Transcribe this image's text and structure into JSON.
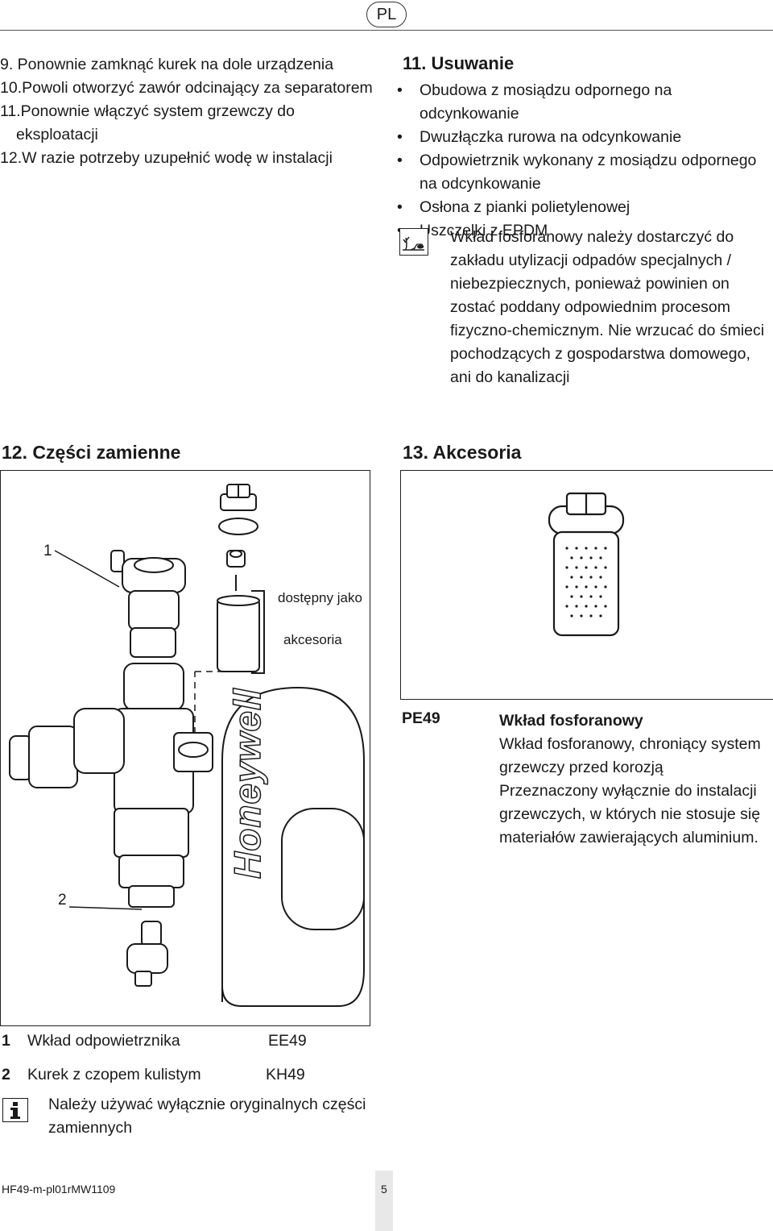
{
  "header": {
    "lang": "PL"
  },
  "steps": [
    "9. Ponownie zamknąć kurek na dole urządzenia",
    "10.Powoli otworzyć zawór odcinający za separatorem",
    "11.Ponownie włączyć system grzewczy do",
    "eksploatacji",
    "12.W razie potrzeby uzupełnić wodę w instalacji"
  ],
  "disposal": {
    "title": "11. Usuwanie",
    "bullets": [
      "Obudowa z mosiądzu odpornego na odcynkowanie",
      "Dwuzłączka rurowa na odcynkowanie",
      "Odpowietrznik wykonany z mosiądzu odpornego na odcynkowanie",
      "Osłona z pianki polietylenowej",
      "Uszczelki z EPDM"
    ],
    "note_icon": "environment-hazard-icon",
    "note": "Wkład fosforanowy należy dostarczyć do zakładu utylizacji odpadów specjalnych / niebezpiecznych, ponieważ powinien on zostać poddany odpowiednim procesom fizyczno-chemicznym. Nie wrzucać do śmieci pochodzących z gospodarstwa domowego, ani do kanalizacji"
  },
  "spare_parts": {
    "title": "12. Części zamienne",
    "callout_1": "1",
    "callout_2": "2",
    "label_line1": "dostępny jako",
    "label_line2": "akcesoria",
    "brand": "Honeywell",
    "items": [
      {
        "num": "1",
        "name": "Wkład odpowietrznika",
        "code": "EE49"
      },
      {
        "num": "2",
        "name": "Kurek z czopem kulistym",
        "code": "KH49"
      }
    ],
    "info_icon": "info-icon",
    "info_note_line1": "Należy używać wyłącznie oryginalnych części",
    "info_note_line2": "zamiennych"
  },
  "accessories": {
    "title": "13. Akcesoria",
    "code": "PE49",
    "name": "Wkład fosforanowy",
    "desc_lines": [
      "Wkład fosforanowy, chroniący system",
      "grzewczy przed korozją",
      "Przeznaczony wyłącznie do instalacji",
      "grzewczych, w których nie stosuje się",
      "materiałów zawierających aluminium."
    ]
  },
  "footer": {
    "doc_code": "HF49-m-pl01rMW1109",
    "page": "5"
  }
}
